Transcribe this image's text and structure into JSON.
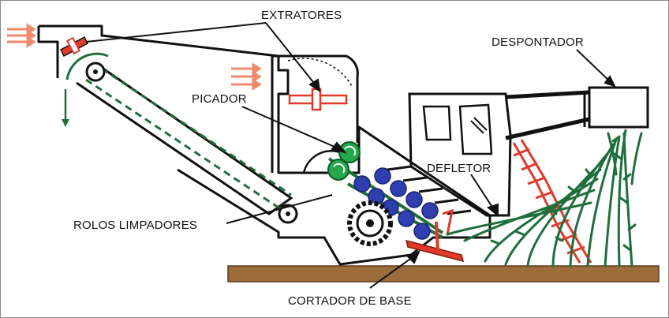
{
  "labels": {
    "extratores": "EXTRATORES",
    "despontador": "DESPONTADOR",
    "picador": "PICADOR",
    "defletor": "DEFLETOR",
    "rolos_limpadores": "ROLOS LIMPADORES",
    "cortador_de_base": "CORTADOR DE BASE"
  },
  "colors": {
    "outline": "#111111",
    "ground": "#9c6c3a",
    "cane": "#1f6f3c",
    "rollers": "#2f3fb0",
    "chopper": "#24a84a",
    "mechanism": "#e03a2a",
    "airflow": "#f08a6a"
  }
}
